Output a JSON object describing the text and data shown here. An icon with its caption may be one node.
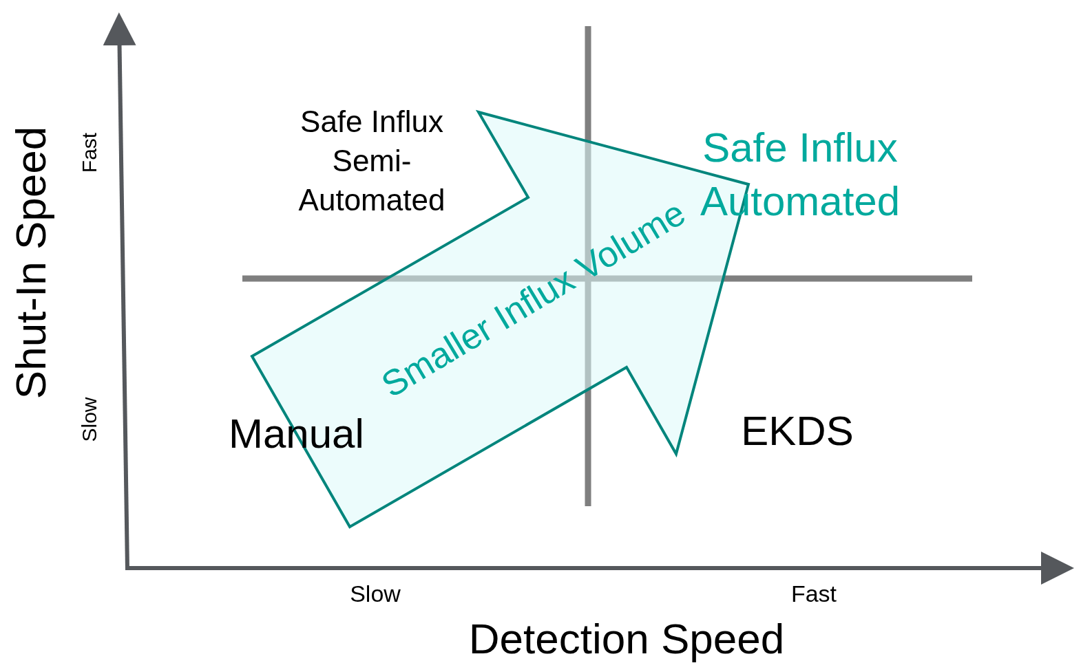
{
  "diagram": {
    "nodes": [
      {
        "text": [
          "Smaller Influx Volume"
        ]
      }
    ],
    "labels": [
      "Fast",
      "Safe Influx Semi-Automated",
      "Safe Influx Automated",
      "Shut-In Speed",
      "Slow",
      "Manual",
      "EKDS",
      "Slow",
      "Fast",
      "Detection Speed"
    ]
  }
}
